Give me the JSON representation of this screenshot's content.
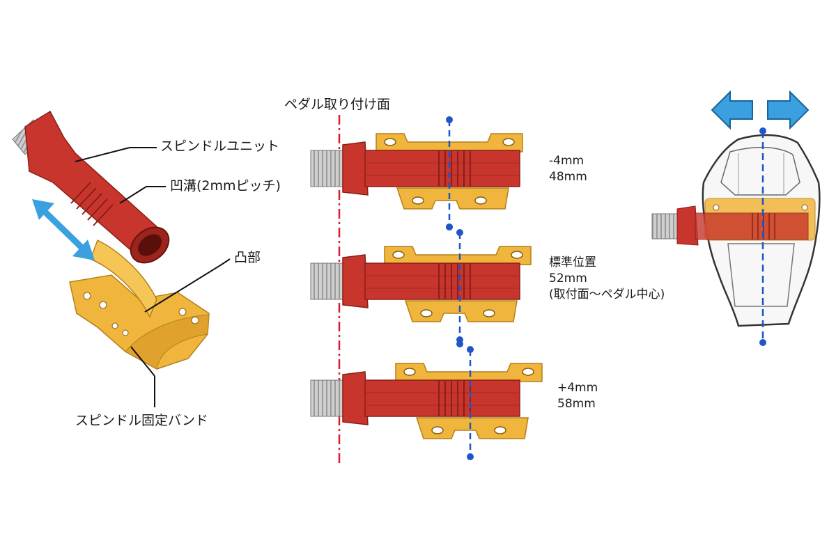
{
  "labels": {
    "spindle_unit": "スピンドルユニット",
    "groove": "凹溝(2mmピッチ)",
    "protrusion": "凸部",
    "fixing_band": "スピンドル固定バンド",
    "mount_face": "ペダル取り付け面"
  },
  "positions": [
    {
      "offset": "-4mm",
      "distance": "48mm"
    },
    {
      "offset": "標準位置",
      "distance": "52mm",
      "note": "(取付面～ペダル中心)"
    },
    {
      "offset": "+4mm",
      "distance": "58mm"
    }
  ],
  "colors": {
    "spindle_red": "#c8352c",
    "band_gold": "#f0b53c",
    "thread_gray": "#c9c9c9",
    "axis_blue": "#2055c8",
    "mount_line_red": "#d81e2a",
    "arrow_blue": "#3aa0e0"
  },
  "icons": {
    "move_arrow": "double-headed-arrow-icon",
    "left_arrow": "arrow-left-icon",
    "right_arrow": "arrow-right-icon"
  }
}
